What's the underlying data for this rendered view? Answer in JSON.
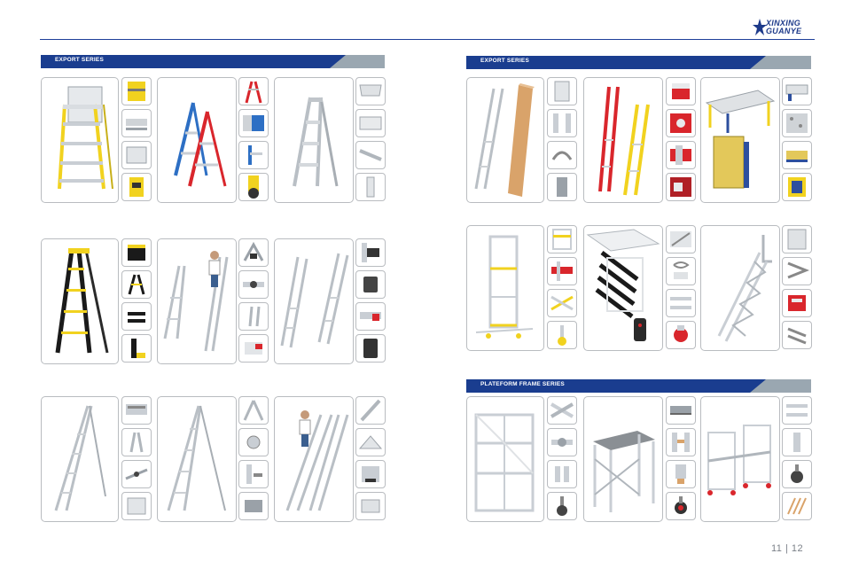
{
  "brand": {
    "line1": "XINXING",
    "line2": "GUANYE"
  },
  "banners": {
    "left_top": "EXPORT SERIES",
    "right_top": "EXPORT SERIES",
    "right_bottom": "PLATEFORM FRAME SERIES"
  },
  "page_number": "11 | 12",
  "colors": {
    "brand_blue": "#1a3d8f",
    "fiberglass_yellow": "#f1d21f",
    "fiberglass_red": "#d9262c",
    "aluminum": "#c9ced4"
  }
}
